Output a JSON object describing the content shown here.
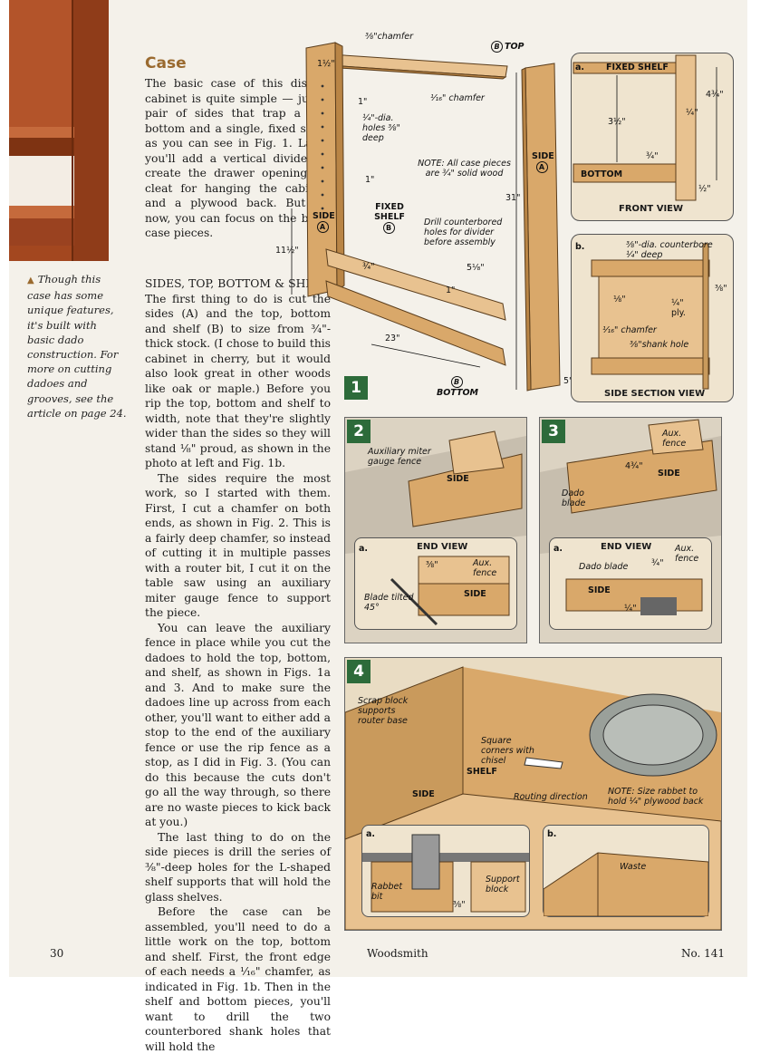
{
  "article": {
    "title": "Case",
    "intro": "The basic case of this display cabinet is quite simple — just a pair of sides that trap a top, bottom and a single, fixed shelf, as you can see in Fig. 1. Later, you'll add a vertical divider to create the drawer openings, a cleat for hanging the cabinet, and a plywood back. But for now, you can focus on the basic case pieces.",
    "subhead": "SIDES, TOP, BOTTOM & SHELF.",
    "p1": "The first thing to do is cut the sides (A) and the top, bottom and shelf (B) to size from ¾\"-thick stock. (I chose to build this cabinet in cherry, but it would also look great in other woods like oak or maple.) Before you rip the top, bottom and shelf to width, note that they're slightly wider than the sides so they will stand ⅛\" proud, as shown in the photo at left and Fig. 1b.",
    "p2": "The sides require the most work, so I started with them. First, I cut a chamfer on both ends, as shown in Fig. 2. This is a fairly deep chamfer, so instead of cutting it in multiple passes with a router bit, I cut it on the table saw using an auxiliary miter gauge fence to support the piece.",
    "p3": "You can leave the auxiliary fence in place while you cut the dadoes to hold the top, bottom, and shelf, as shown in Figs. 1a and 3. And to make sure the dadoes line up across from each other, you'll want to either add a stop to the end of the auxiliary fence or use the rip fence as a stop, as I did in Fig. 3. (You can do this because the cuts don't go all the way through, so there are no waste pieces to kick back at you.)",
    "p4": "The last thing to do on the side pieces is drill the series of ⅜\"-deep holes for the L-shaped shelf supports that will hold the glass shelves.",
    "p5": "Before the case can be assembled, you'll need to do a little work on the top, bottom and shelf. First, the front edge of each needs a ⅟₁₆\" chamfer, as indicated in Fig. 1b. Then in the shelf and bottom pieces, you'll want to drill the two counterbored shank holes that will hold the"
  },
  "caption": "Though this case has some unique features, it's built with basic dado construction. For more on cutting dadoes and grooves, see the article on page 24.",
  "footer": {
    "page": "30",
    "magazine": "Woodsmith",
    "issue": "No. 141"
  },
  "fig1": {
    "number": "1",
    "chamfer_top": "⅜\"chamfer",
    "top_label": "TOP",
    "top_letter": "B",
    "chamfer_16": "⅟₁₆\" chamfer",
    "dim_1_5": "1½\"",
    "dim_1a": "1\"",
    "holes": "¼\"-dia. holes ⅜\" deep",
    "dim_1b": "1\"",
    "note": "NOTE: All case pieces are ¾\" solid wood",
    "dim_31": "31\"",
    "side_label": "SIDE",
    "side_letter": "A",
    "fixed_shelf": "FIXED SHELF",
    "shelf_letter": "B",
    "drill_note": "Drill counterbored holes for divider before assembly",
    "dim_11_5": "11½\"",
    "dim_3_4": "¾\"",
    "dim_5_18": "5⅟₈\"",
    "dim_1c": "1\"",
    "dim_23": "23\"",
    "bottom_label": "BOTTOM",
    "bottom_letter": "B",
    "dim_5": "5\"",
    "side2": "SIDE",
    "side2_letter": "A"
  },
  "fig1a": {
    "tag": "a.",
    "fixed_shelf": "FIXED SHELF",
    "dim_3_5": "3½\"",
    "dim_q": "¼\"",
    "dim_4_34": "4¾\"",
    "dim_34": "¾\"",
    "bottom": "BOTTOM",
    "dim_half": "½\"",
    "view": "FRONT VIEW"
  },
  "fig1b": {
    "tag": "b.",
    "counterbore": "⅜\"-dia. counterbore ¼\" deep",
    "dim_18": "⅛\"",
    "dim_q": "¼\" ply.",
    "dim_38": "⅜\"",
    "chamfer": "⅟₁₆\" chamfer",
    "shank": "⅜\"shank hole",
    "view": "SIDE SECTION VIEW"
  },
  "fig2": {
    "number": "2",
    "aux": "Auxiliary miter gauge fence",
    "side": "SIDE",
    "panel_tag": "a.",
    "end_view": "END VIEW",
    "dim_38": "⅜\"",
    "aux_fence": "Aux. fence",
    "blade": "Blade tilted 45°"
  },
  "fig3": {
    "number": "3",
    "aux": "Aux. fence",
    "dim": "4¾\"",
    "side": "SIDE",
    "dado": "Dado blade",
    "panel_tag": "a.",
    "end_view": "END VIEW",
    "aux_fence": "Aux. fence",
    "dado_blade": "Dado blade",
    "dim_34": "¾\"",
    "dim_14": "¼\""
  },
  "fig4": {
    "number": "4",
    "scrap": "Scrap block supports router base",
    "square": "Square corners with chisel",
    "shelf": "SHELF",
    "side": "SIDE",
    "routing": "Routing direction",
    "note": "NOTE: Size rabbet to hold ¼\" plywood back",
    "tag_a": "a.",
    "rabbet": "Rabbet bit",
    "support": "Support block",
    "dim_38": "⅜\"",
    "tag_b": "b.",
    "waste": "Waste"
  },
  "colors": {
    "wood": "#d9a86a",
    "wood_light": "#e8c290",
    "wood_dark": "#b98546",
    "badge": "#2d6b3a",
    "panel_bg": "#efe4cf",
    "heading": "#9a6a2f"
  }
}
